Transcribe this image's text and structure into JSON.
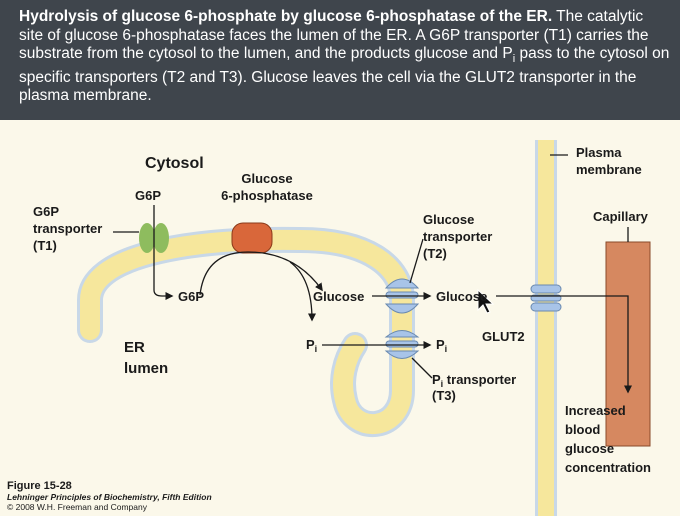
{
  "header": {
    "title": "Hydrolysis of glucose 6-phosphate by glucose 6-phosphatase of the ER.",
    "body_1": "The catalytic site of glucose 6-phosphatase faces the lumen of the ER. A G6P transporter (T1) carries the substrate from the cytosol to the lumen, and the products glucose and P",
    "body_sub": "i",
    "body_2": " pass to the cytosol on specific transporters (T2 and T3). Glucose leaves the cell via the GLUT2 transporter in the plasma membrane."
  },
  "diagram": {
    "cytosol": "Cytosol",
    "g6p_top": "G6P",
    "t1_line1": "G6P",
    "t1_line2": "transporter",
    "t1_line3": "(T1)",
    "enzyme_line1": "Glucose",
    "enzyme_line2": "6-phosphatase",
    "g6p_lumen": "G6P",
    "er_line1": "ER",
    "er_line2": "lumen",
    "glucose_lumen": "Glucose",
    "pi_lumen": "P",
    "pi_sub": "i",
    "t2_line1": "Glucose",
    "t2_line2": "transporter",
    "t2_line3": "(T2)",
    "glucose_cytosol": "Glucose",
    "pi_cytosol": "P",
    "glut2": "GLUT2",
    "t3_line1": "P",
    "t3_line1_rest": " transporter",
    "t3_line2": "(T3)",
    "plasma_line1": "Plasma",
    "plasma_line2": "membrane",
    "capillary": "Capillary",
    "result_line1": "Increased",
    "result_line2": "blood",
    "result_line3": "glucose",
    "result_line4": "concentration"
  },
  "caption": {
    "figure": "Figure 15-28",
    "book": "Lehninger Principles of Biochemistry, Fifth Edition",
    "copyright": "© 2008 W.H. Freeman and Company"
  },
  "colors": {
    "header_bg": "#3f454c",
    "panel_bg": "#fbf8ea",
    "membrane_fill": "#f6e79c",
    "membrane_edge": "#c8d8e8",
    "enzyme": "#d9673a",
    "t1": "#8ebc5e",
    "transporter": "#a8c4e8",
    "capillary": "#d68860"
  }
}
